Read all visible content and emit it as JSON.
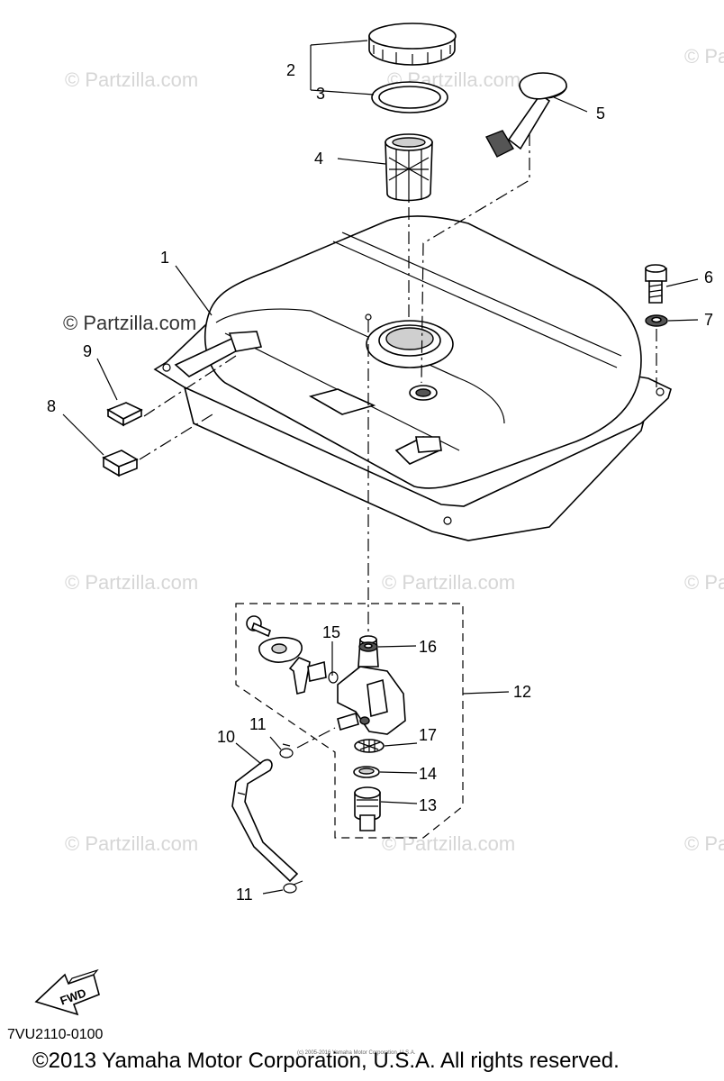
{
  "part_labels": {
    "p1": "1",
    "p2": "2",
    "p3": "3",
    "p4": "4",
    "p5": "5",
    "p6": "6",
    "p7": "7",
    "p8": "8",
    "p9": "9",
    "p10": "10",
    "p11a": "11",
    "p11b": "11",
    "p12": "12",
    "p13": "13",
    "p14": "14",
    "p15": "15",
    "p16": "16",
    "p17": "17"
  },
  "watermark": "© Partzilla.com",
  "fwd_label": "FWD",
  "diagram_code": "7VU2110-0100",
  "tiny_credit": "(c) 2005-2016 Yamaha Motor Corporation, U.S.A.",
  "copyright": "©2013 Yamaha Motor Corporation, U.S.A. All rights reserved."
}
